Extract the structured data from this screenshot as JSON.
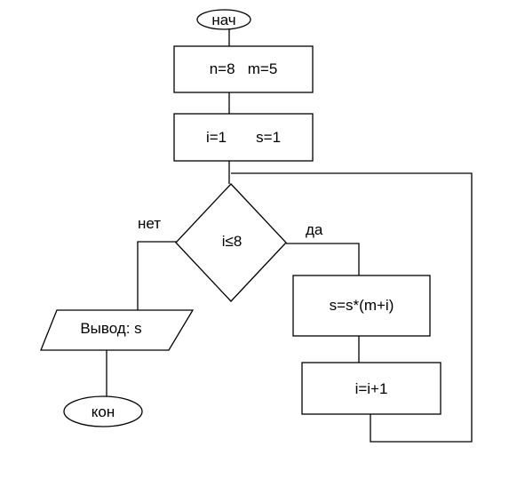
{
  "flowchart": {
    "start_label": "нач",
    "init_label": "n=8   m=5",
    "assign_label": "i=1       s=1",
    "condition_label": "i≤8",
    "yes_label": "да",
    "no_label": "нет",
    "body_label": "s=s*(m+i)",
    "increment_label": "i=i+1",
    "output_label": "Вывод: s",
    "end_label": "кон"
  }
}
